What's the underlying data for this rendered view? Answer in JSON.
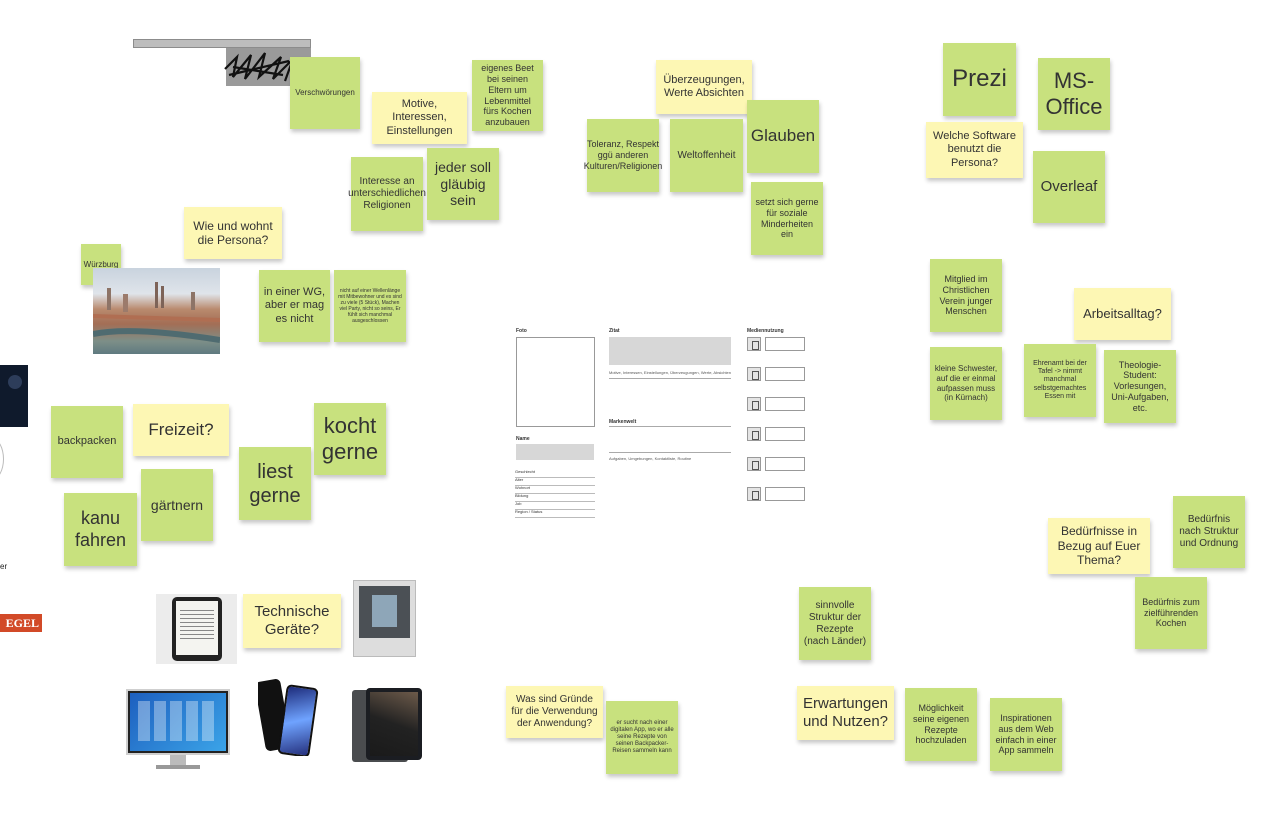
{
  "colors": {
    "green_note": "#c8e17e",
    "yellow_note": "#fdf7b4",
    "spiegel_red": "#d24a28"
  },
  "notes": {
    "verschwoerungen": "Verschwörungen",
    "motive": "Motive, Interessen, Einstellungen",
    "eigenes_beet": "eigenes Beet bei seinen Eltern um Lebenmittel fürs Kochen anzubauen",
    "ueberzeugungen": "Überzeugungen, Werte Absichten",
    "prezi": "Prezi",
    "ms_office": "MS-Office",
    "toleranz": "Toleranz, Respekt ggü anderen Kulturen/Religionen",
    "weltoffenheit": "Weltoffenheit",
    "glauben": "Glauben",
    "welche_software": "Welche Software benutzt die Persona?",
    "overleaf": "Overleaf",
    "interesse_religionen": "Interesse an unterschiedlichen Religionen",
    "jeder_glaeubig": "jeder soll gläubig sein",
    "soziale_minderheiten": "setzt sich gerne für soziale Minderheiten ein",
    "wie_wohnt": "Wie und wohnt die Persona?",
    "wuerzburg": "Würzburg",
    "wg": "in einer WG, aber er mag es nicht",
    "wg_small": "nicht auf einer Wellenlänge mit Mitbewohner und es sind zu viele (5 Stück), Machen viel Party, nicht so seins, Er fühlt sich manchmal ausgeschlossen",
    "mitglied": "Mitglied im Christlichen Verein junger Menschen",
    "arbeitsalltag": "Arbeitsalltag?",
    "kleine_schwester": "kleine Schwester, auf die er einmal aufpassen muss (in Kürnach)",
    "ehrenamt": "Ehrenamt bei der Tafel -> nimmt manchmal selbstgemachtes Essen mit",
    "theologie": "Theologie-Student: Vorlesungen, Uni-Aufgaben, etc.",
    "backpacken": "backpacken",
    "freizeit": "Freizeit?",
    "liest_gerne": "liest gerne",
    "kocht_gerne": "kocht gerne",
    "kanu": "kanu fahren",
    "gaertnern": "gärtnern",
    "beduerfnisse": "Bedürfnisse in Bezug auf Euer Thema?",
    "beduerfnis_struktur": "Bedürfnis nach Struktur und Ordnung",
    "beduerfnis_kochen": "Bedürfnis zum zielführenden Kochen",
    "technische_geraete": "Technische Geräte?",
    "sinnvolle_struktur": "sinnvolle Struktur der Rezepte (nach Länder)",
    "gruende": "Was sind Gründe für die Verwendung der Anwendung?",
    "sucht_app": "er sucht nach einer digitalen App, wo er alle seine Rezepte von seinen Backpacker-Reisen sammeln kann",
    "erwartungen": "Erwartungen und Nutzen?",
    "rezepte_hochladen": "Möglichkeit seine eigenen Rezepte hochzuladen",
    "inspirationen": "Inspirationen aus dem Web einfach in einer App sammeln"
  },
  "template": {
    "foto": "Foto",
    "zitat": "Zitat",
    "mediennutzung": "Mediennutzung",
    "motive_line": "Motive, Interessen, Einstellungen, Überzeugungen, Werte, Absichten",
    "markenwelt": "Markenwelt",
    "aufgaben_line": "Aufgaben, Umgebungen, Kontaktliste, Routine",
    "name": "Name",
    "fields": [
      "Geschlecht",
      "Alter",
      "Wohnort",
      "Bildung",
      "Job",
      "Region / Status"
    ]
  },
  "edge": {
    "spiegel": "EGEL",
    "cut_text": "er"
  }
}
